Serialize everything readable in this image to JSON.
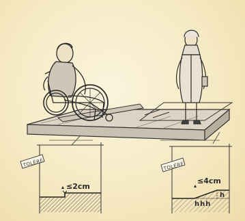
{
  "tags": {
    "left": "TOLÉRÉ",
    "right": "TOLÉRÉ"
  },
  "left_detail": {
    "max_step": "≤2cm"
  },
  "right_detail": {
    "max_step": "≤4cm",
    "ramp_label": "h",
    "base_labels": "hhh"
  },
  "colors": {
    "background": "#f4e7bf",
    "ink": "#2a2a2a",
    "platform": "#d9cfc0",
    "hatch": "#7a746b"
  }
}
